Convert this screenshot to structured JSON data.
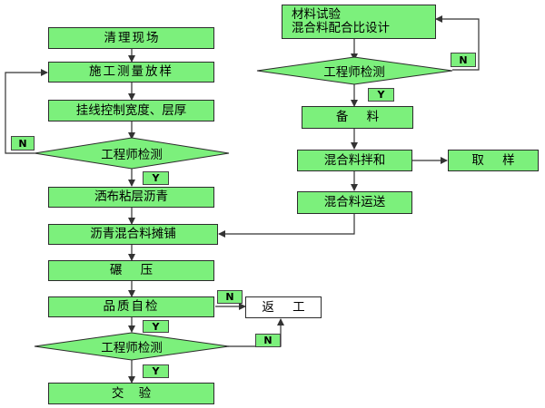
{
  "nodes": {
    "clear_site": "清理现场",
    "survey_layout": "施工测量放样",
    "control_width_layer": "挂线控制宽度、层厚",
    "spray_tack_coat": "洒布粘层沥青",
    "paving": "沥青混合料摊铺",
    "compaction": "碾 压",
    "self_check": "品质自检",
    "handover": "交 验",
    "rework": "返 工",
    "material_test_line1": "材料试验",
    "material_test_line2": "混合料配合比设计",
    "prepare_material": "备 料",
    "mixing": "混合料拌和",
    "sampling": "取 样",
    "transport": "混合料运送"
  },
  "decisions": {
    "engineer_check": "工程师检测"
  },
  "tags": {
    "yes": "Y",
    "no": "N"
  },
  "colors": {
    "box_fill": "#7cf07c",
    "line": "#333333"
  }
}
